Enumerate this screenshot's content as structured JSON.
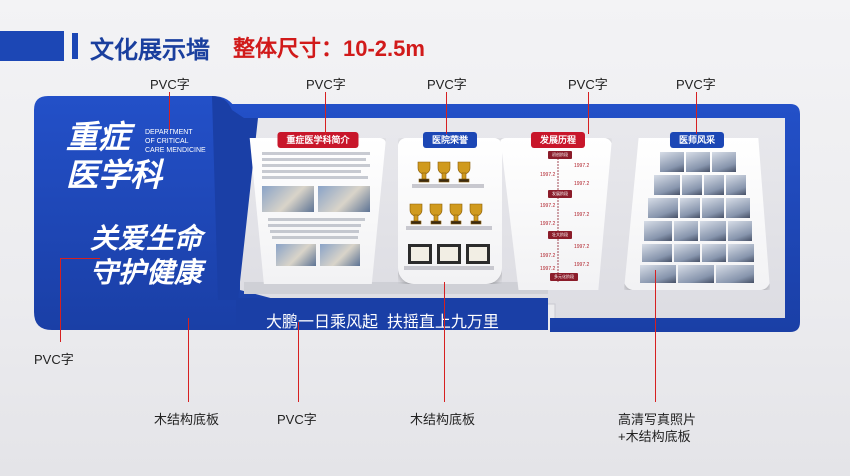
{
  "header": {
    "title": "文化展示墙",
    "size": "整体尺寸：10-2.5m"
  },
  "department": {
    "main_title": "重症\n医学科",
    "english": "DEPARTMENT\nOF CRITICAL\nCARE MENDICINE",
    "slogan": "关爱生命\n守护健康",
    "motto": "大鹏一日乘风起  扶摇直上九万里"
  },
  "panels": [
    {
      "title": "重症医学科简介"
    },
    {
      "title": "医院荣誉"
    },
    {
      "title": "发展历程"
    },
    {
      "title": "医师风采"
    }
  ],
  "timeline": {
    "years": [
      "1997.2",
      "1997.2",
      "1997.2",
      "1997.2",
      "1997.2",
      "1997.2",
      "1997.2",
      "1997.2",
      "1997.2",
      "1997.2"
    ],
    "nodes": [
      "初创阶段",
      "发展阶段",
      "壮大阶段",
      "多元化阶段"
    ]
  },
  "labels": {
    "pvc": "PVC字",
    "wood": "木结构底板",
    "photo_line1": "高清写真照片",
    "photo_line2": "+木结构底板"
  },
  "colors": {
    "brand_blue": "#1c47b5",
    "accent_red": "#d11a1a"
  }
}
